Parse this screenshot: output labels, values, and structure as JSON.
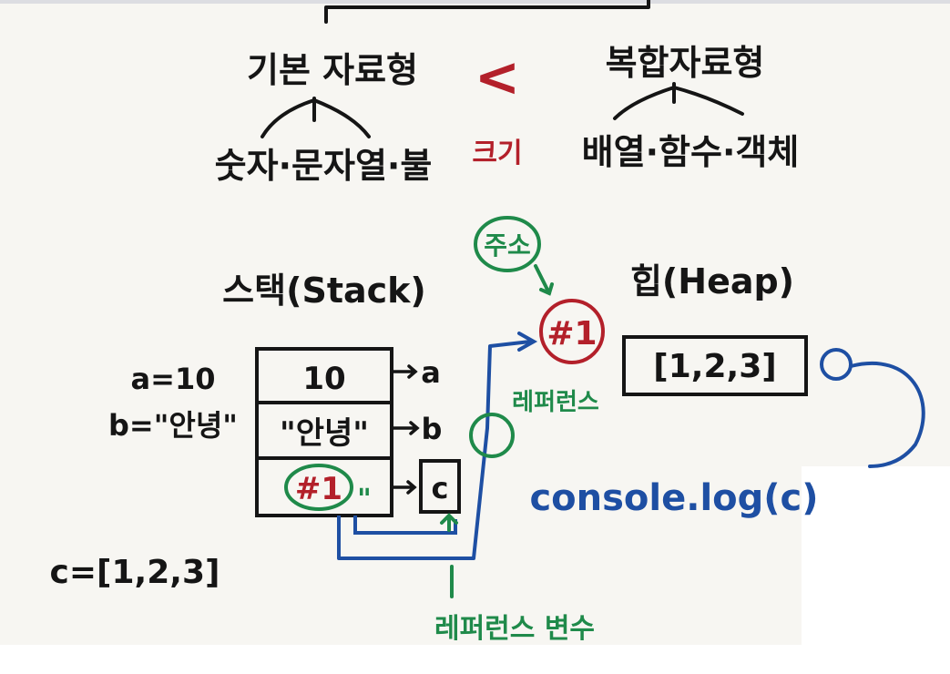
{
  "top_left": {
    "title": "기본 자료형",
    "types": "숫자·문자열·불"
  },
  "top_right": {
    "title": "복합자료형",
    "types": "배열·함수·객체"
  },
  "comparison": {
    "symbol": "<",
    "note": "크기"
  },
  "stack": {
    "title": "스택(Stack)",
    "declarations": [
      "a=10",
      "b=\"안녕\""
    ],
    "cells": [
      "10",
      "\"안녕\"",
      "#1"
    ],
    "pointers": [
      "a",
      "b",
      "c"
    ],
    "ditto": "\""
  },
  "heap": {
    "title": "힙(Heap)",
    "value": "[1,2,3]",
    "address": "#1"
  },
  "labels": {
    "address_note": "주소",
    "reference": "레퍼런스",
    "reference_variable": "레퍼런스 변수",
    "c_assign": "c=[1,2,3]",
    "console": "console.log(c)"
  },
  "colors": {
    "ink": "#151515",
    "red": "#b3202a",
    "green": "#1f8a4a",
    "blue": "#1e4fa3",
    "board": "#f7f6f2"
  }
}
